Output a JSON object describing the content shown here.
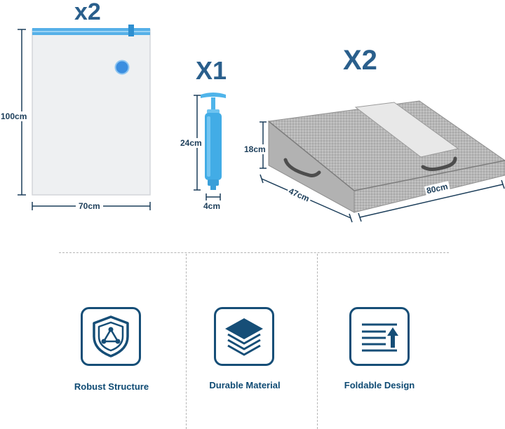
{
  "colors": {
    "accent_blue": "#3aa3e3",
    "navy": "#164e77",
    "box_gray": "#b9b9b9"
  },
  "products": {
    "vacuum_bag": {
      "quantity": "x2",
      "height_label": "100cm",
      "width_label": "70cm"
    },
    "pump": {
      "quantity": "X1",
      "height_label": "24cm",
      "width_label": "4cm"
    },
    "storage_box": {
      "quantity": "X2",
      "height_label": "18cm",
      "depth_label": "47cm",
      "length_label": "80cm"
    }
  },
  "features": [
    {
      "label": "Robust Structure",
      "icon": "shield-triangle-icon"
    },
    {
      "label": "Durable Material",
      "icon": "layers-icon"
    },
    {
      "label": "Foldable Design",
      "icon": "document-arrow-up-icon"
    }
  ]
}
